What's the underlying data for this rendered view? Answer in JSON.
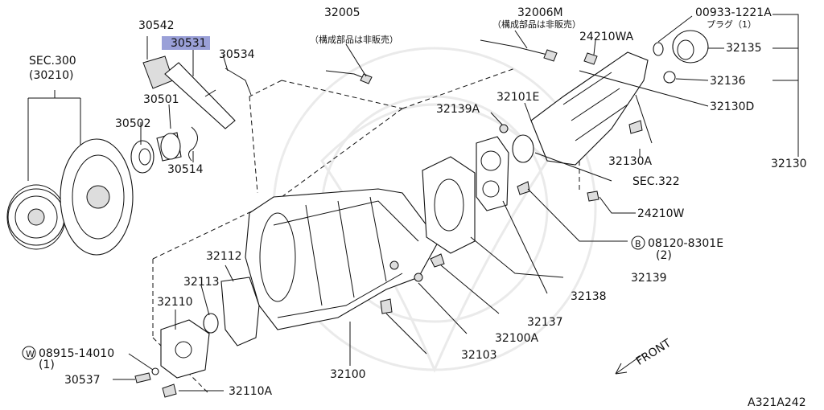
{
  "labels": {
    "l30542": "30542",
    "l30531": "30531",
    "l30534": "30534",
    "l32005": "32005",
    "l32005_note": "（構成部品は非販売）",
    "l32006M": "32006M",
    "l32006M_note": "（構成部品は非販売）",
    "l24210WA": "24210WA",
    "l00933": "00933-1221A",
    "l00933_note": "プラグ（1）",
    "l32135": "32135",
    "l32136": "32136",
    "l32130D": "32130D",
    "l32130": "32130",
    "l32130A": "32130A",
    "l32101E": "32101E",
    "l32139A": "32139A",
    "sec300": "SEC.300",
    "sec300_sub": "(30210)",
    "l30501": "30501",
    "l30502": "30502",
    "l30514": "30514",
    "sec322": "SEC.322",
    "l24210W": "24210W",
    "b_mark": "B",
    "l08120": "08120-8301E",
    "l08120_qty": "(2)",
    "l32112": "32112",
    "l32113": "32113",
    "l32110": "32110",
    "l32139": "32139",
    "l32138": "32138",
    "l32137": "32137",
    "l32100A": "32100A",
    "l32103": "32103",
    "w_mark": "W",
    "l08915": "08915-14010",
    "l08915_qty": "(1)",
    "l30537": "30537",
    "l32110A": "32110A",
    "l32100": "32100",
    "front": "FRONT",
    "diagram_id": "A321A242"
  },
  "highlight_color": "#9aa0d8"
}
